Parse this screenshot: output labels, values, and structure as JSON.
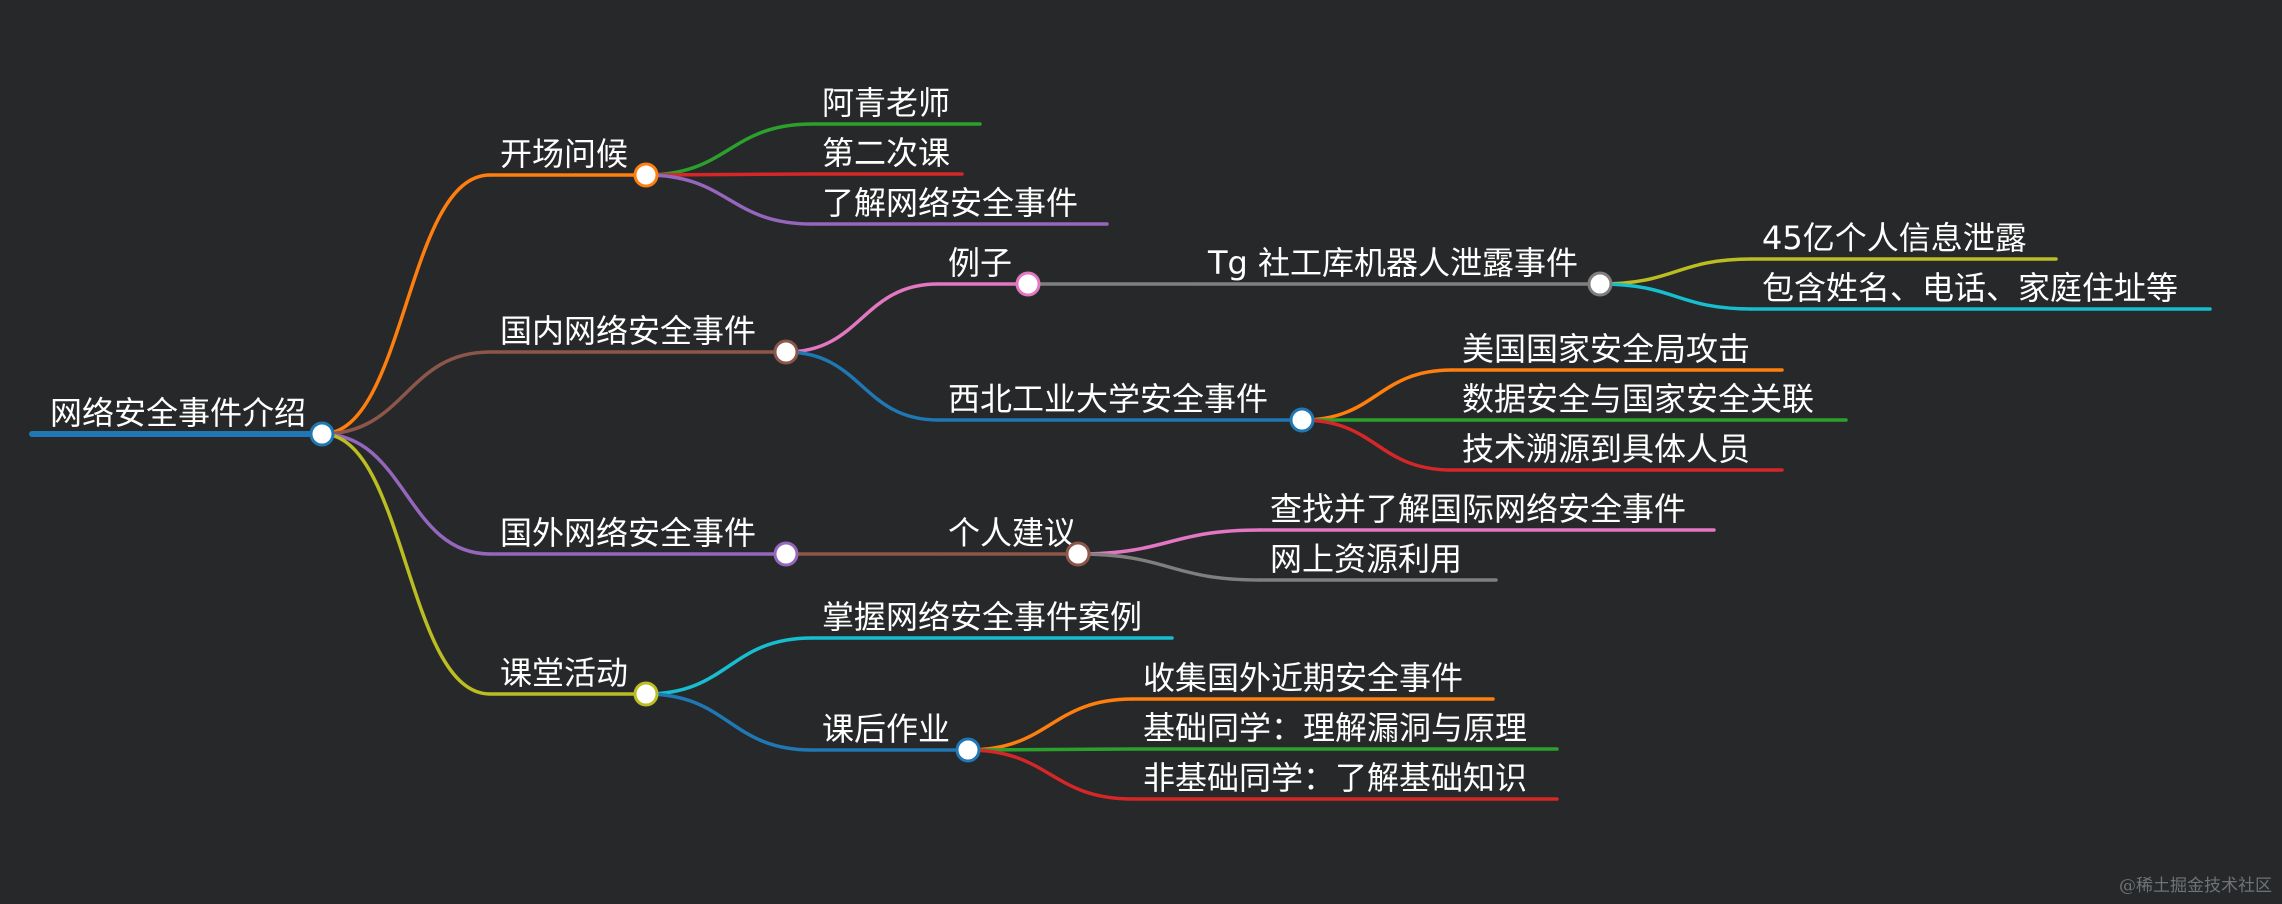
{
  "colors": {
    "background": "#262829",
    "text": "#ffffff",
    "node_fill": "#ffffff"
  },
  "mindmap": {
    "id": "root",
    "label": "网络安全事件介绍",
    "color": "#1f77b4",
    "children": [
      {
        "id": "greet",
        "label": "开场问候",
        "color": "#ff7f0e",
        "children": [
          {
            "id": "greet-1",
            "label": "阿青老师",
            "color": "#2ca02c"
          },
          {
            "id": "greet-2",
            "label": "第二次课",
            "color": "#d62728"
          },
          {
            "id": "greet-3",
            "label": "了解网络安全事件",
            "color": "#9467bd"
          }
        ]
      },
      {
        "id": "domestic",
        "label": "国内网络安全事件",
        "color": "#8c564b",
        "children": [
          {
            "id": "example",
            "label": "例子",
            "color": "#e377c2",
            "children": [
              {
                "id": "tg",
                "label": "Tg 社工库机器人泄露事件",
                "color": "#7f7f7f",
                "children": [
                  {
                    "id": "tg-1",
                    "label": "45亿个人信息泄露",
                    "color": "#bcbd22"
                  },
                  {
                    "id": "tg-2",
                    "label": "包含姓名、电话、家庭住址等",
                    "color": "#17becf"
                  }
                ]
              }
            ]
          },
          {
            "id": "nwpu",
            "label": "西北工业大学安全事件",
            "color": "#1f77b4",
            "children": [
              {
                "id": "nwpu-1",
                "label": "美国国家安全局攻击",
                "color": "#ff7f0e"
              },
              {
                "id": "nwpu-2",
                "label": "数据安全与国家安全关联",
                "color": "#2ca02c"
              },
              {
                "id": "nwpu-3",
                "label": "技术溯源到具体人员",
                "color": "#d62728"
              }
            ]
          }
        ]
      },
      {
        "id": "foreign",
        "label": "国外网络安全事件",
        "color": "#9467bd",
        "children": [
          {
            "id": "advice",
            "label": "个人建议",
            "color": "#8c564b",
            "children": [
              {
                "id": "advice-1",
                "label": "查找并了解国际网络安全事件",
                "color": "#e377c2"
              },
              {
                "id": "advice-2",
                "label": "网上资源利用",
                "color": "#7f7f7f"
              }
            ]
          }
        ]
      },
      {
        "id": "class",
        "label": "课堂活动",
        "color": "#bcbd22",
        "children": [
          {
            "id": "class-1",
            "label": "掌握网络安全事件案例",
            "color": "#17becf"
          },
          {
            "id": "homework",
            "label": "课后作业",
            "color": "#1f77b4",
            "children": [
              {
                "id": "hw-1",
                "label": "收集国外近期安全事件",
                "color": "#ff7f0e"
              },
              {
                "id": "hw-2",
                "label": "基础同学：理解漏洞与原理",
                "color": "#2ca02c"
              },
              {
                "id": "hw-3",
                "label": "非基础同学：了解基础知识",
                "color": "#d62728"
              }
            ]
          }
        ]
      }
    ]
  },
  "watermark": "@稀土掘金技术社区"
}
